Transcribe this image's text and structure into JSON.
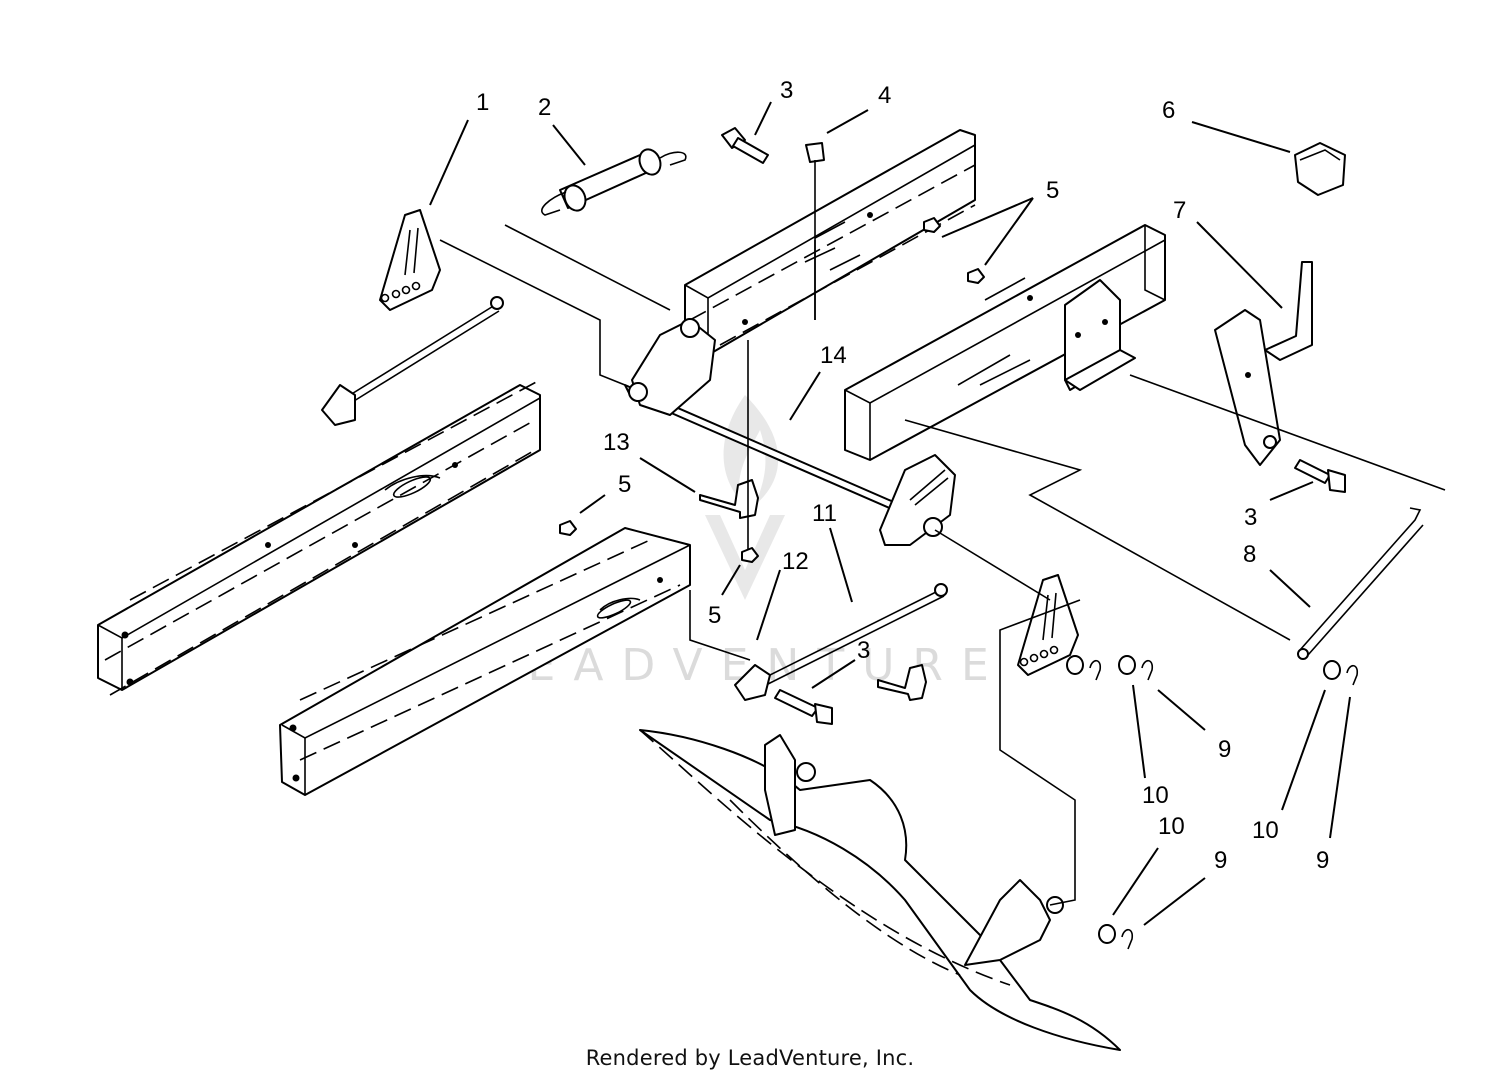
{
  "diagram": {
    "callouts": [
      {
        "id": "c1",
        "label": "1"
      },
      {
        "id": "c2",
        "label": "2"
      },
      {
        "id": "c3a",
        "label": "3"
      },
      {
        "id": "c4",
        "label": "4"
      },
      {
        "id": "c5a",
        "label": "5"
      },
      {
        "id": "c6",
        "label": "6"
      },
      {
        "id": "c7",
        "label": "7"
      },
      {
        "id": "c14",
        "label": "14"
      },
      {
        "id": "c13",
        "label": "13"
      },
      {
        "id": "c5b",
        "label": "5"
      },
      {
        "id": "c11",
        "label": "11"
      },
      {
        "id": "c12",
        "label": "12"
      },
      {
        "id": "c5c",
        "label": "5"
      },
      {
        "id": "c3b",
        "label": "3"
      },
      {
        "id": "c3c",
        "label": "3"
      },
      {
        "id": "c8",
        "label": "8"
      },
      {
        "id": "c9a",
        "label": "9"
      },
      {
        "id": "c10a",
        "label": "10"
      },
      {
        "id": "c10b",
        "label": "10"
      },
      {
        "id": "c9b",
        "label": "9"
      },
      {
        "id": "c10c",
        "label": "10"
      },
      {
        "id": "c9c",
        "label": "9"
      }
    ],
    "watermark": "LEADVENTURE"
  },
  "footer": {
    "credit": "Rendered by LeadVenture, Inc."
  }
}
